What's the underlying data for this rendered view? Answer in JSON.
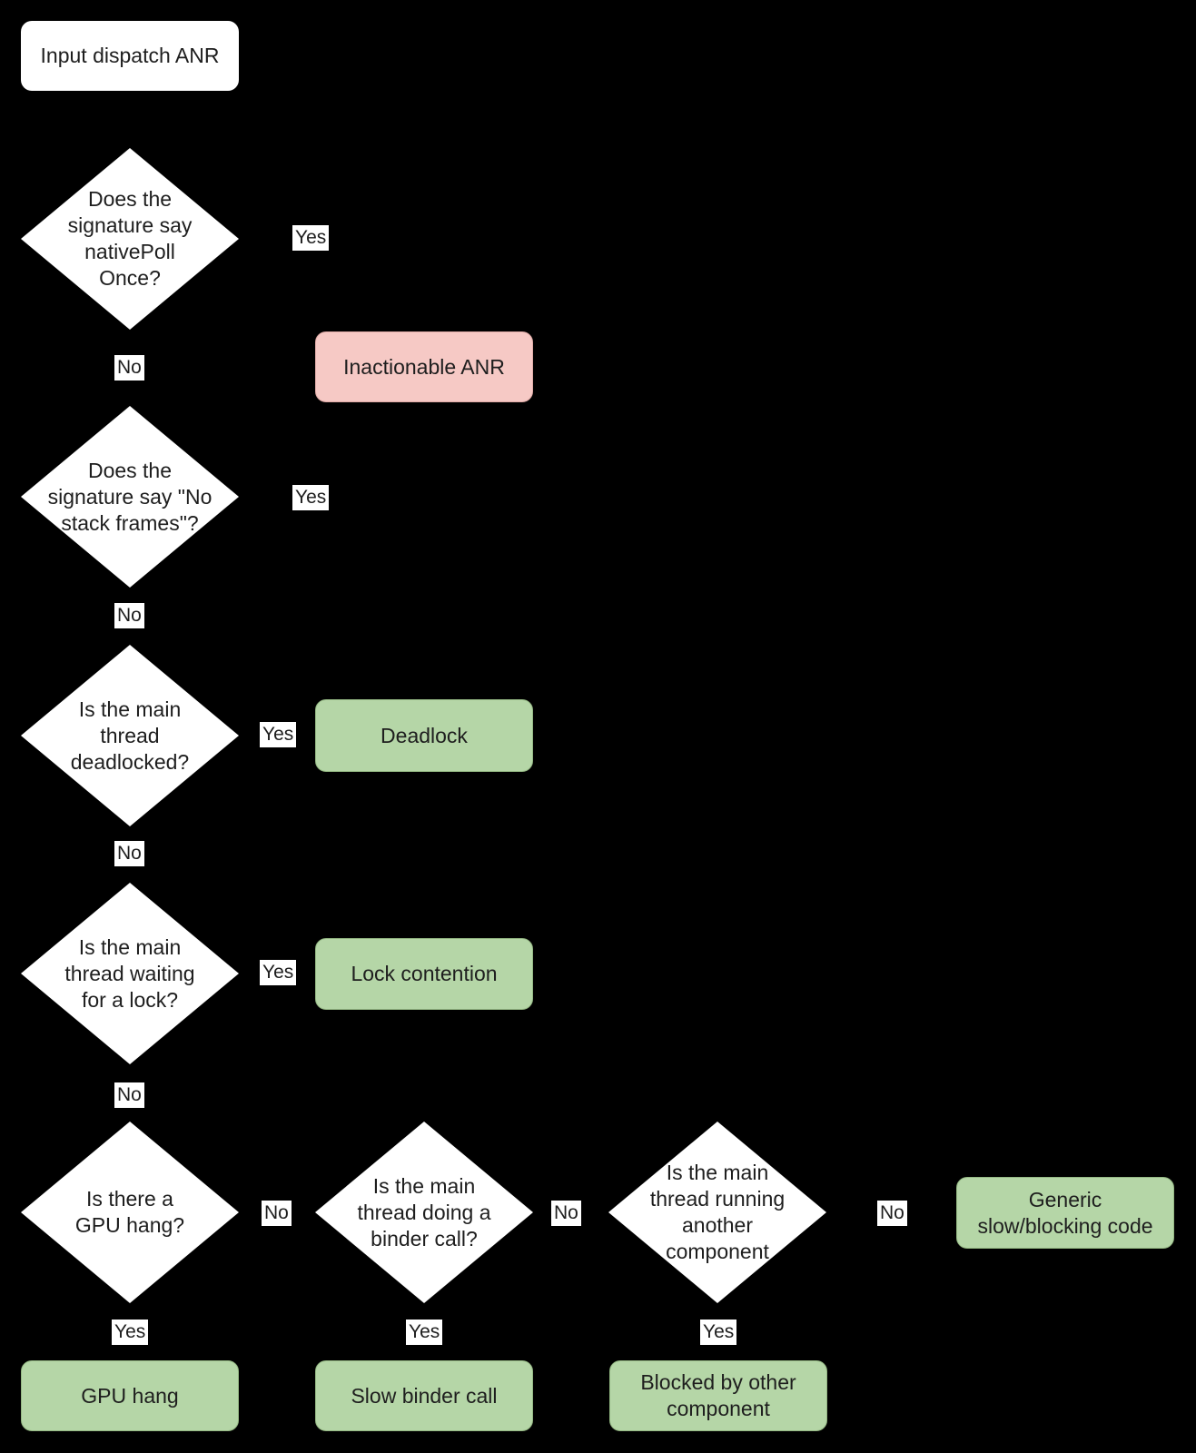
{
  "colors": {
    "background": "#000000",
    "node_fill": "#ffffff",
    "outcome_fill": "#b5d6a7",
    "outcome_border": "#94b883",
    "inactionable_fill": "#f6c9c5",
    "inactionable_border": "#e0aba7",
    "text": "#1e1e1e"
  },
  "labels": {
    "yes": "Yes",
    "no": "No"
  },
  "nodes": {
    "start": {
      "label": "Input dispatch ANR"
    },
    "q_native_poll": {
      "label": "Does the\nsignature say\nnativePoll\nOnce?"
    },
    "inactionable": {
      "label": "Inactionable ANR"
    },
    "q_no_stack_frames": {
      "label": "Does the\nsignature say \"No\nstack frames\"?"
    },
    "q_deadlocked": {
      "label": "Is the main\nthread\ndeadlocked?"
    },
    "deadlock": {
      "label": "Deadlock"
    },
    "q_waiting_lock": {
      "label": "Is the main\nthread waiting\nfor a lock?"
    },
    "lock_contention": {
      "label": "Lock contention"
    },
    "q_gpu_hang": {
      "label": "Is there a\nGPU hang?"
    },
    "q_binder_call": {
      "label": "Is the main\nthread doing a\nbinder call?"
    },
    "q_other_component": {
      "label": "Is the main\nthread running\nanother\ncomponent"
    },
    "generic_slow": {
      "label": "Generic\nslow/blocking code"
    },
    "gpu_hang": {
      "label": "GPU hang"
    },
    "slow_binder": {
      "label": "Slow binder call"
    },
    "blocked_other": {
      "label": "Blocked by other\ncomponent"
    }
  }
}
